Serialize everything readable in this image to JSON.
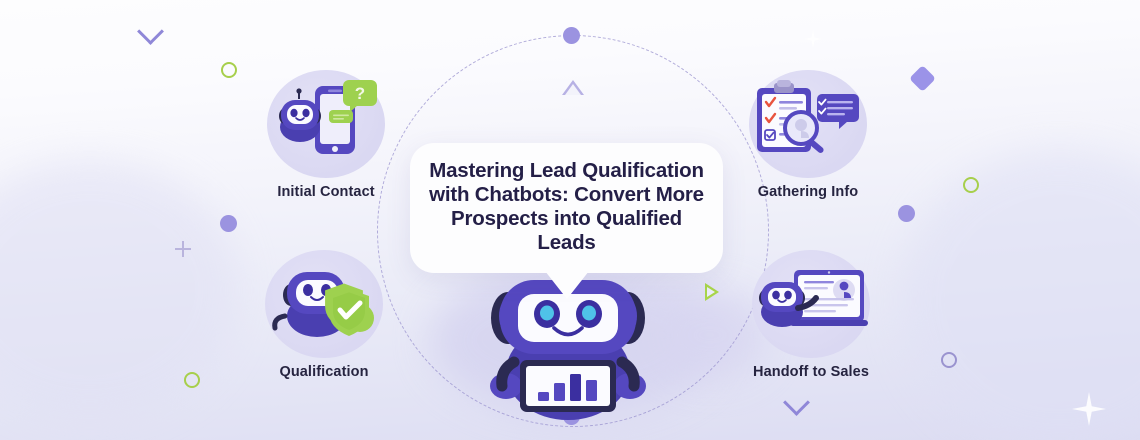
{
  "illustration": {
    "title": "Mastering Lead Qualification with Chatbots: Convert More Prospects into Qualified Leads",
    "colors": {
      "primary_purple": "#5548c0",
      "deep_purple": "#4a3fb0",
      "dark_navy": "#2b2a52",
      "accent_green": "#9ed14f",
      "eye_cyan": "#4fc3e8",
      "bg_top": "#fdfdfe",
      "bg_bottom": "#dcdcf2",
      "label_text": "#262440",
      "orbit_dash": "#9a93cf"
    },
    "nodes": [
      {
        "id": "initial-contact",
        "label": "Initial Contact",
        "icon": "chatbot-phone-question-icon"
      },
      {
        "id": "gathering-info",
        "label": "Gathering Info",
        "icon": "clipboard-magnifier-checklist-icon"
      },
      {
        "id": "qualification",
        "label": "Qualification",
        "icon": "chatbot-shield-check-dollar-icon"
      },
      {
        "id": "handoff-to-sales",
        "label": "Handoff to Sales",
        "icon": "chatbot-laptop-profile-icon"
      }
    ],
    "center": {
      "icon": "chatbot-mascot-with-bar-chart-tablet-icon",
      "chart_bars": [
        3,
        5,
        8,
        6
      ]
    },
    "decorations": [
      {
        "id": "chevron-top-left",
        "icon": "chevron-down-icon"
      },
      {
        "id": "ring-green-top-left",
        "icon": "circle-outline-icon"
      },
      {
        "id": "triangle-top-center",
        "icon": "triangle-outline-icon"
      },
      {
        "id": "diamond-top-right",
        "icon": "diamond-icon"
      },
      {
        "id": "ring-green-right",
        "icon": "circle-outline-icon"
      },
      {
        "id": "plus-left",
        "icon": "plus-icon"
      },
      {
        "id": "ring-green-bottom-left",
        "icon": "circle-outline-icon"
      },
      {
        "id": "play-right",
        "icon": "play-triangle-icon"
      },
      {
        "id": "chevron-bottom-center",
        "icon": "chevron-down-icon"
      },
      {
        "id": "ring-purple-bottom-right",
        "icon": "circle-outline-icon"
      },
      {
        "id": "sparkle-bottom-right",
        "icon": "sparkle-icon"
      },
      {
        "id": "sparkle-top-right",
        "icon": "sparkle-icon"
      }
    ]
  }
}
